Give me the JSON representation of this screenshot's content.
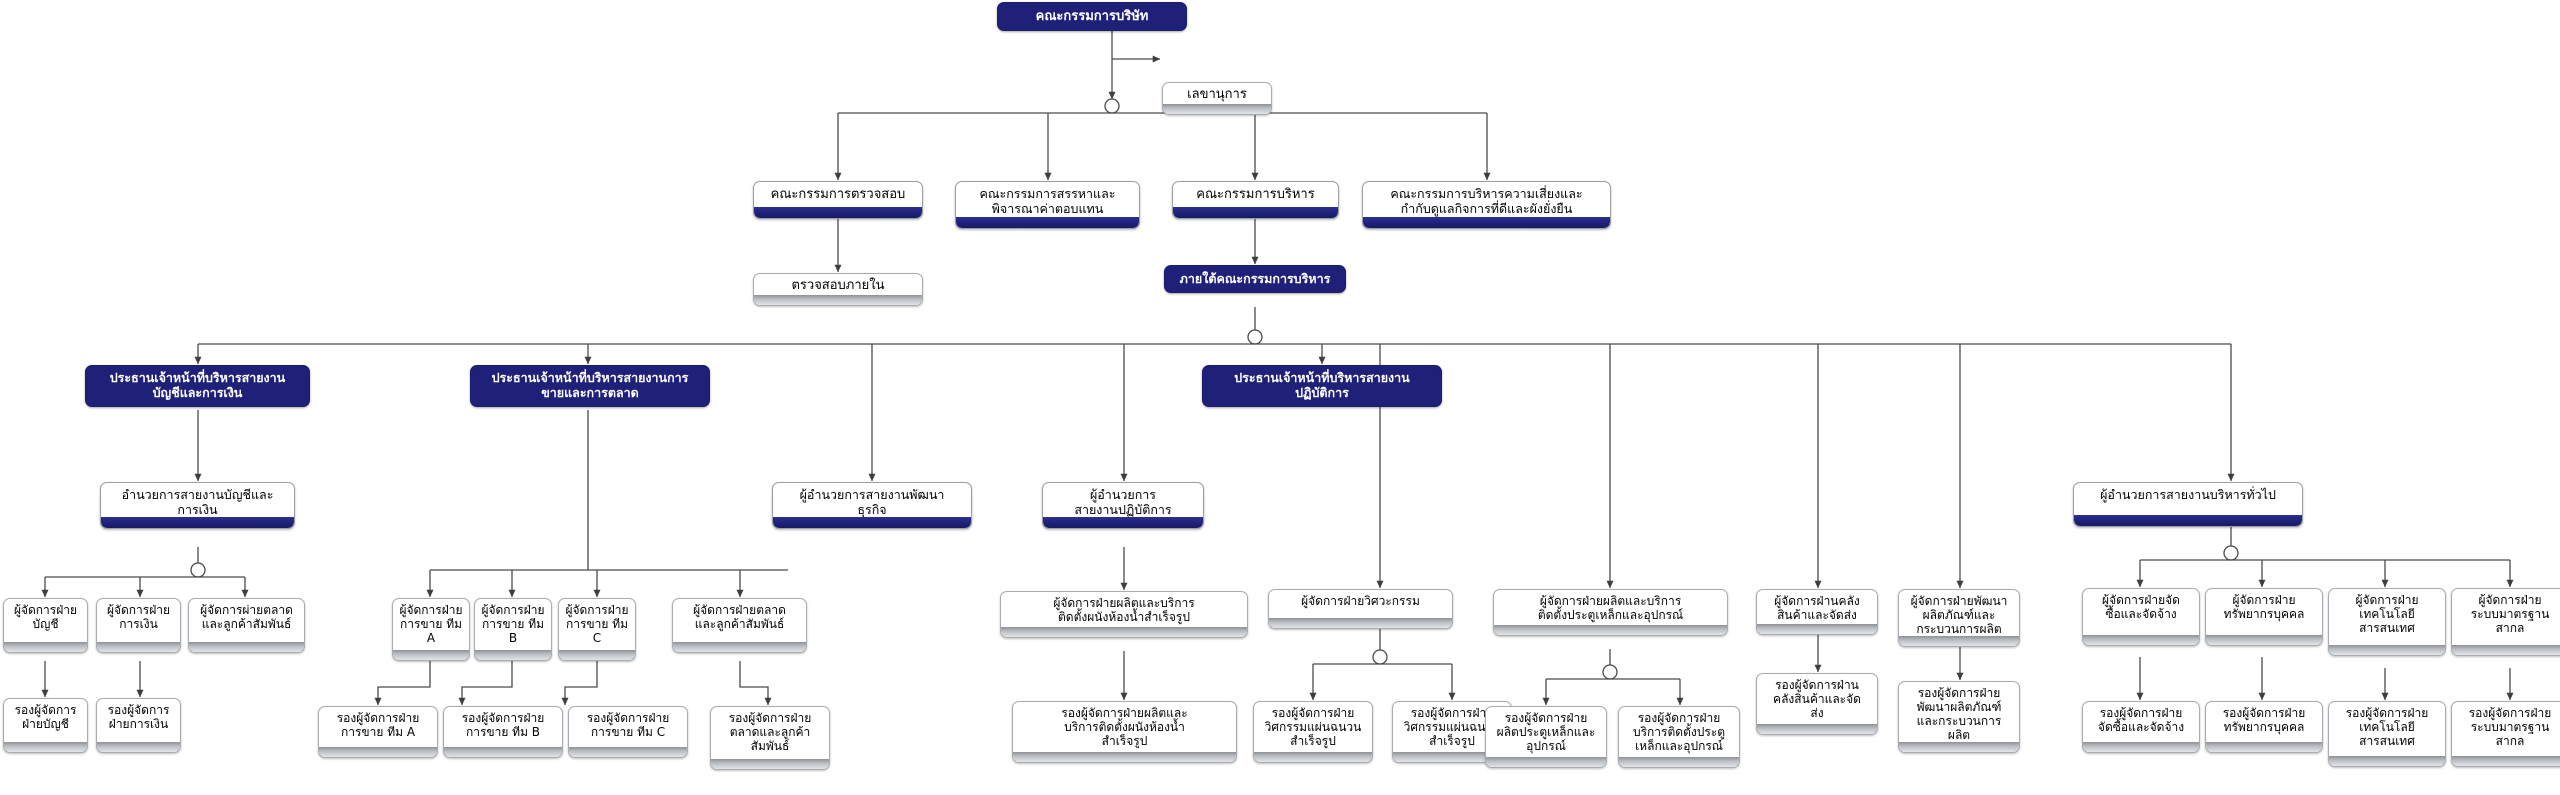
{
  "chart_title": "คณะกรรมการบริษัท",
  "style": {
    "navy": "#1f2179",
    "gray_bar": "#b9bdc2",
    "line": "#4a4a4a",
    "background": "#ffffff"
  },
  "nodes": {
    "board": "คณะกรรมการบริษัท",
    "secretary": "เลขานุการ",
    "audit_committee": "คณะกรรมการตรวจสอบ",
    "internal_audit": "ตรวจสอบภายใน",
    "nomination_committee": "คณะกรรมการสรรหาและ\nพิจารณาค่าตอบแทน",
    "executive_committee": "คณะกรรมการบริหาร",
    "risk_committee": "คณะกรรมการบริหารความเสี่ยงและ\nกำกับดูแลกิจการที่ดีและผังยั่งยืน",
    "under_exec": "ภายใต้คณะกรรมการบริหาร",
    "cxo_finance": "ประธานเจ้าหน้าที่บริหารสายงาน\nบัญชีและการเงิน",
    "cxo_sales": "ประธานเจ้าหน้าที่บริหารสายงานการ\nขายและการตลาด",
    "cxo_ops": "ประธานเจ้าหน้าที่บริหารสายงาน\nปฏิบัติการ",
    "dir_finance": "อำนวยการสายงานบัญชีและ\nการเงิน",
    "mgr_accounting": "ผู้จัดการฝ่าย\nบัญชี",
    "mgr_finance": "ผู้จัดการฝ่าย\nการเงิน",
    "mgr_market_crm_fin": "ผู้จัดการผ่ายตลาด\nและลูกค้าสัมพันธ์",
    "dep_accounting": "รองผู้จัดการ\nฝ่ายบัญชี",
    "dep_finance": "รองผู้จัดการ\nฝ่ายการเงิน",
    "mgr_sales_a": "ผู้จัดการฝ่าย\nการขาย ทีม\nA",
    "mgr_sales_b": "ผู้จัดการฝ่าย\nการขาย ทีม\nB",
    "mgr_sales_c": "ผู้จัดการฝ่าย\nการขาย ทีม\nC",
    "mgr_market_crm": "ผู้จัดการฝ่ายตลาด\nและลูกค้าสัมพันธ์",
    "dep_sales_a": "รองผู้จัดการฝ่าย\nการขาย ทีม A",
    "dep_sales_b": "รองผู้จัดการฝ่าย\nการขาย ทีม B",
    "dep_sales_c": "รองผู้จัดการฝ่าย\nการขาย ทีม C",
    "dep_market_crm": "รองผู้จัดการฝ่าย\nตลาดและลูกค้า\nสัมพันธ์",
    "dir_bizdev": "ผู้อำนวยการสายงานพัฒนา\nธุรกิจ",
    "dir_ops": "ผู้อำนวยการ\nสายงานปฏิบัติการ",
    "mgr_wall": "ผู้จัดการฝ่ายผลิตและบริการ\nติดตั้งผนังห้องน้ำสำเร็จรูป",
    "dep_wall": "รองผู้จัดการฝ่ายผลิตและ\nบริการติดตั้งผนังห้องน้ำ\nสำเร็จรูป",
    "mgr_engineering": "ผู้จัดการฝ่ายวิศวะกรรม",
    "dep_eng_1": "รองผู้จัดการฝ่าย\nวิศกรรมแผ่นฉนวน\nสำเร็จรูป",
    "dep_eng_2": "รองผู้จัดการฝ่าย\nวิศกรรมแผ่นฉนวน\nสำเร็จรูป",
    "mgr_door": "ผู้จัดการฝ่ายผลิตและบริการ\nติดตั้งประตูเหล็กและอุปกรณ์",
    "dep_door_prod": "รองผู้จัดการฝ่าย\nผลิตประตูเหล็กและ\nอุปกรณ์",
    "dep_door_install": "รองผู้จัดการฝ่าย\nบริการติดตั้งประตู\nเหล็กและอุปกรณ์",
    "mgr_warehouse": "ผู้จัดการฝ่านคลัง\nสินค้าและจัดส่ง",
    "dep_warehouse": "รองผู้จัดการฝ่าน\nคลังสินค้าและจัด\nส่ง",
    "mgr_rnd": "ผู้จัดการฝ่ายพัฒนา\nผลิตภัณฑ์และ\nกระบวนการผลิต",
    "dep_rnd": "รองผู้จัดการฝ่าย\nพัฒนาผลิตภัณฑ์\nและกระบวนการ\nผลิต",
    "dir_admin": "ผู้อำนวยการสายงานบริหารทั่วไป",
    "mgr_procurement": "ผู้จัดการฝ่ายจัด\nซื้อและจัดจ้าง",
    "mgr_hr": "ผู้จัดการฝ่าย\nทรัพยากรบุคคล",
    "mgr_it": "ผู้จัดการฝ่าย\nเทคโนโลยี\nสารสนเทศ",
    "mgr_iso": "ผู้จัดการฝ่าย\nระบบมาตรฐาน\nสากล",
    "dep_procurement": "รองผู้จัดการฝ่าย\nจัดซื้อและจัดจ้าง",
    "dep_hr": "รองผู้จัดการฝ่าย\nทรัพยากรบุคคล",
    "dep_it": "รองผู้จัดการฝ่าย\nเทคโนโลยี\nสารสนเทศ",
    "dep_iso": "รองผู้จัดการฝ่าย\nระบบมาตรฐาน\nสากล"
  }
}
